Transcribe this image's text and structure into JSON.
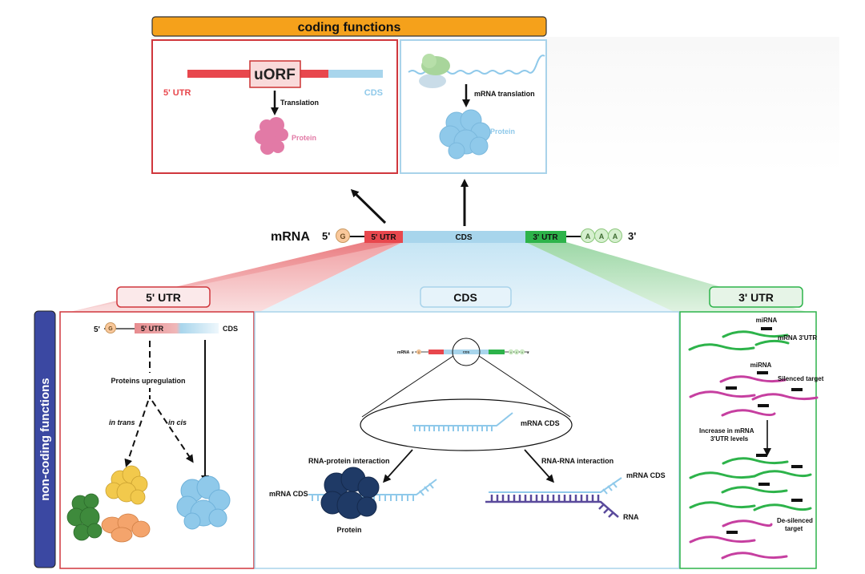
{
  "coding": {
    "banner": "coding functions",
    "uorf_panel": {
      "uorf_label": "uORF",
      "utr5_label": "5' UTR",
      "cds_label": "CDS",
      "arrow_label": "Translation",
      "protein_label": "Protein"
    },
    "cds_panel": {
      "arrow_label": "mRNA translation",
      "protein_label": "Protein"
    }
  },
  "mrna": {
    "title": "mRNA",
    "five_prime": "5'",
    "three_prime": "3'",
    "cap": "G",
    "utr5": "5' UTR",
    "cds": "CDS",
    "utr3": "3' UTR",
    "polya": [
      "A",
      "A",
      "A"
    ]
  },
  "noncoding": {
    "vertical_label": "non-coding functions",
    "utr5_panel": {
      "title": "5' UTR",
      "five_prime": "5'",
      "cap": "G",
      "utr_label": "5' UTR",
      "cds_label": "CDS",
      "upregulation": "Proteins upregulation",
      "in_trans": "in trans",
      "in_cis": "in cis"
    },
    "cds_panel": {
      "title": "CDS",
      "mini_mrna": "mRNA",
      "mini_five": "5'",
      "mini_cap": "G",
      "mini_cds": "CDS",
      "mini_polya": [
        "A",
        "A",
        "A"
      ],
      "mini_three": "3'",
      "zoom_label": "mRNA CDS",
      "rna_protein": "RNA-protein interaction",
      "rna_rna": "RNA-RNA interaction",
      "left_mrna_cds": "mRNA CDS",
      "protein": "Protein",
      "right_mrna_cds": "mRNA CDS",
      "rna": "RNA"
    },
    "utr3_panel": {
      "title": "3' UTR",
      "mirna_1": "miRNA",
      "mrna_3utr": "mRNA 3'UTR",
      "mirna_2": "miRNA",
      "silenced": "Silenced target",
      "increase_1": "Increase in mRNA",
      "increase_2": "3'UTR levels",
      "desilenced_1": "De-silenced",
      "desilenced_2": "target"
    }
  },
  "colors": {
    "orange": "#f5a11b",
    "red": "#d0373d",
    "utr5_bar": "#e8474d",
    "blue_border": "#a9d3ea",
    "cds_bar": "#a8d5ec",
    "green": "#2db34a",
    "navy": "#3b48a2",
    "pink_protein": "#e27aa6",
    "light_blue_protein": "#8fc9ea",
    "magenta": "#c63fa0",
    "dark_navy": "#1f3a66",
    "purple": "#5a4a9c"
  }
}
